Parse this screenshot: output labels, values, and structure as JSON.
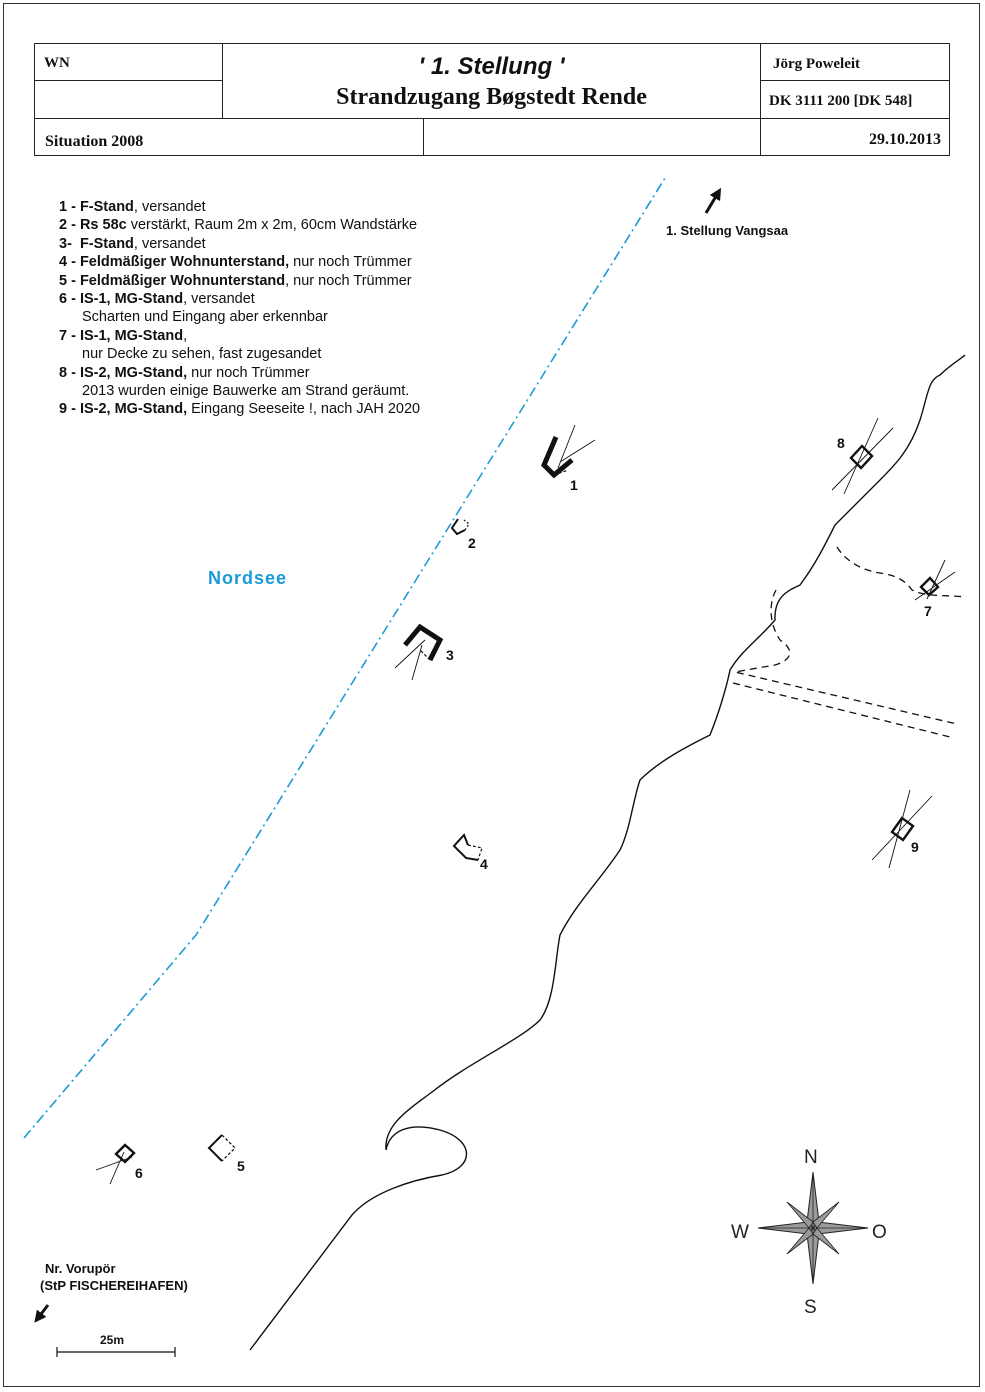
{
  "header": {
    "code": "WN",
    "title": "' 1. Stellung '",
    "subtitle": "Strandzugang Bøgstedt Rende",
    "author": "Jörg Poweleit",
    "reference": "DK 3111 200 [DK 548]",
    "situation": "Situation 2008",
    "date": "29.10.2013"
  },
  "legend": [
    {
      "num": "1 - ",
      "bold": "F-Stand",
      "rest": ", versandet"
    },
    {
      "num": "2 - ",
      "bold": "Rs 58c",
      "rest": " verstärkt, Raum 2m x 2m, 60cm Wandstärke"
    },
    {
      "num": "3-  ",
      "bold": "F-Stand",
      "rest": ", versandet"
    },
    {
      "num": "4 - ",
      "bold": "Feldmäßiger Wohnunterstand,",
      "rest": " nur noch Trümmer"
    },
    {
      "num": "5 - ",
      "bold": "Feldmäßiger Wohnunterstand",
      "rest": ", nur noch Trümmer"
    },
    {
      "num": "6 - ",
      "bold": "IS-1, MG-Stand",
      "rest": ", versandet"
    },
    {
      "cont": "Scharten und Eingang aber erkennbar"
    },
    {
      "num": "7 - ",
      "bold": "IS-1, MG-Stand",
      "rest": ","
    },
    {
      "cont": "nur Decke zu sehen, fast  zugesandet"
    },
    {
      "num": "8 - ",
      "bold": "IS-2, MG-Stand,",
      "rest": " nur noch Trümmer"
    },
    {
      "cont": "2013 wurden einige Bauwerke am Strand geräumt."
    },
    {
      "num": "9 - ",
      "bold": "IS-2, MG-Stand,",
      "rest": " Eingang Seeseite !, nach JAH 2020"
    }
  ],
  "map": {
    "sea_label": "Nordsee",
    "sea_color": "#1a9ad6",
    "north_link": "1. Stellung Vangsaa",
    "south_link_line1": "Nr. Vorupör",
    "south_link_line2": "(StP FISCHEREIHAFEN)",
    "scale_label": "25m",
    "site_labels": [
      "1",
      "2",
      "3",
      "4",
      "5",
      "6",
      "7",
      "8",
      "9"
    ]
  },
  "compass": {
    "north": "N",
    "south": "S",
    "west": "W",
    "east": "O",
    "fill_color": "#9a9a9a"
  }
}
